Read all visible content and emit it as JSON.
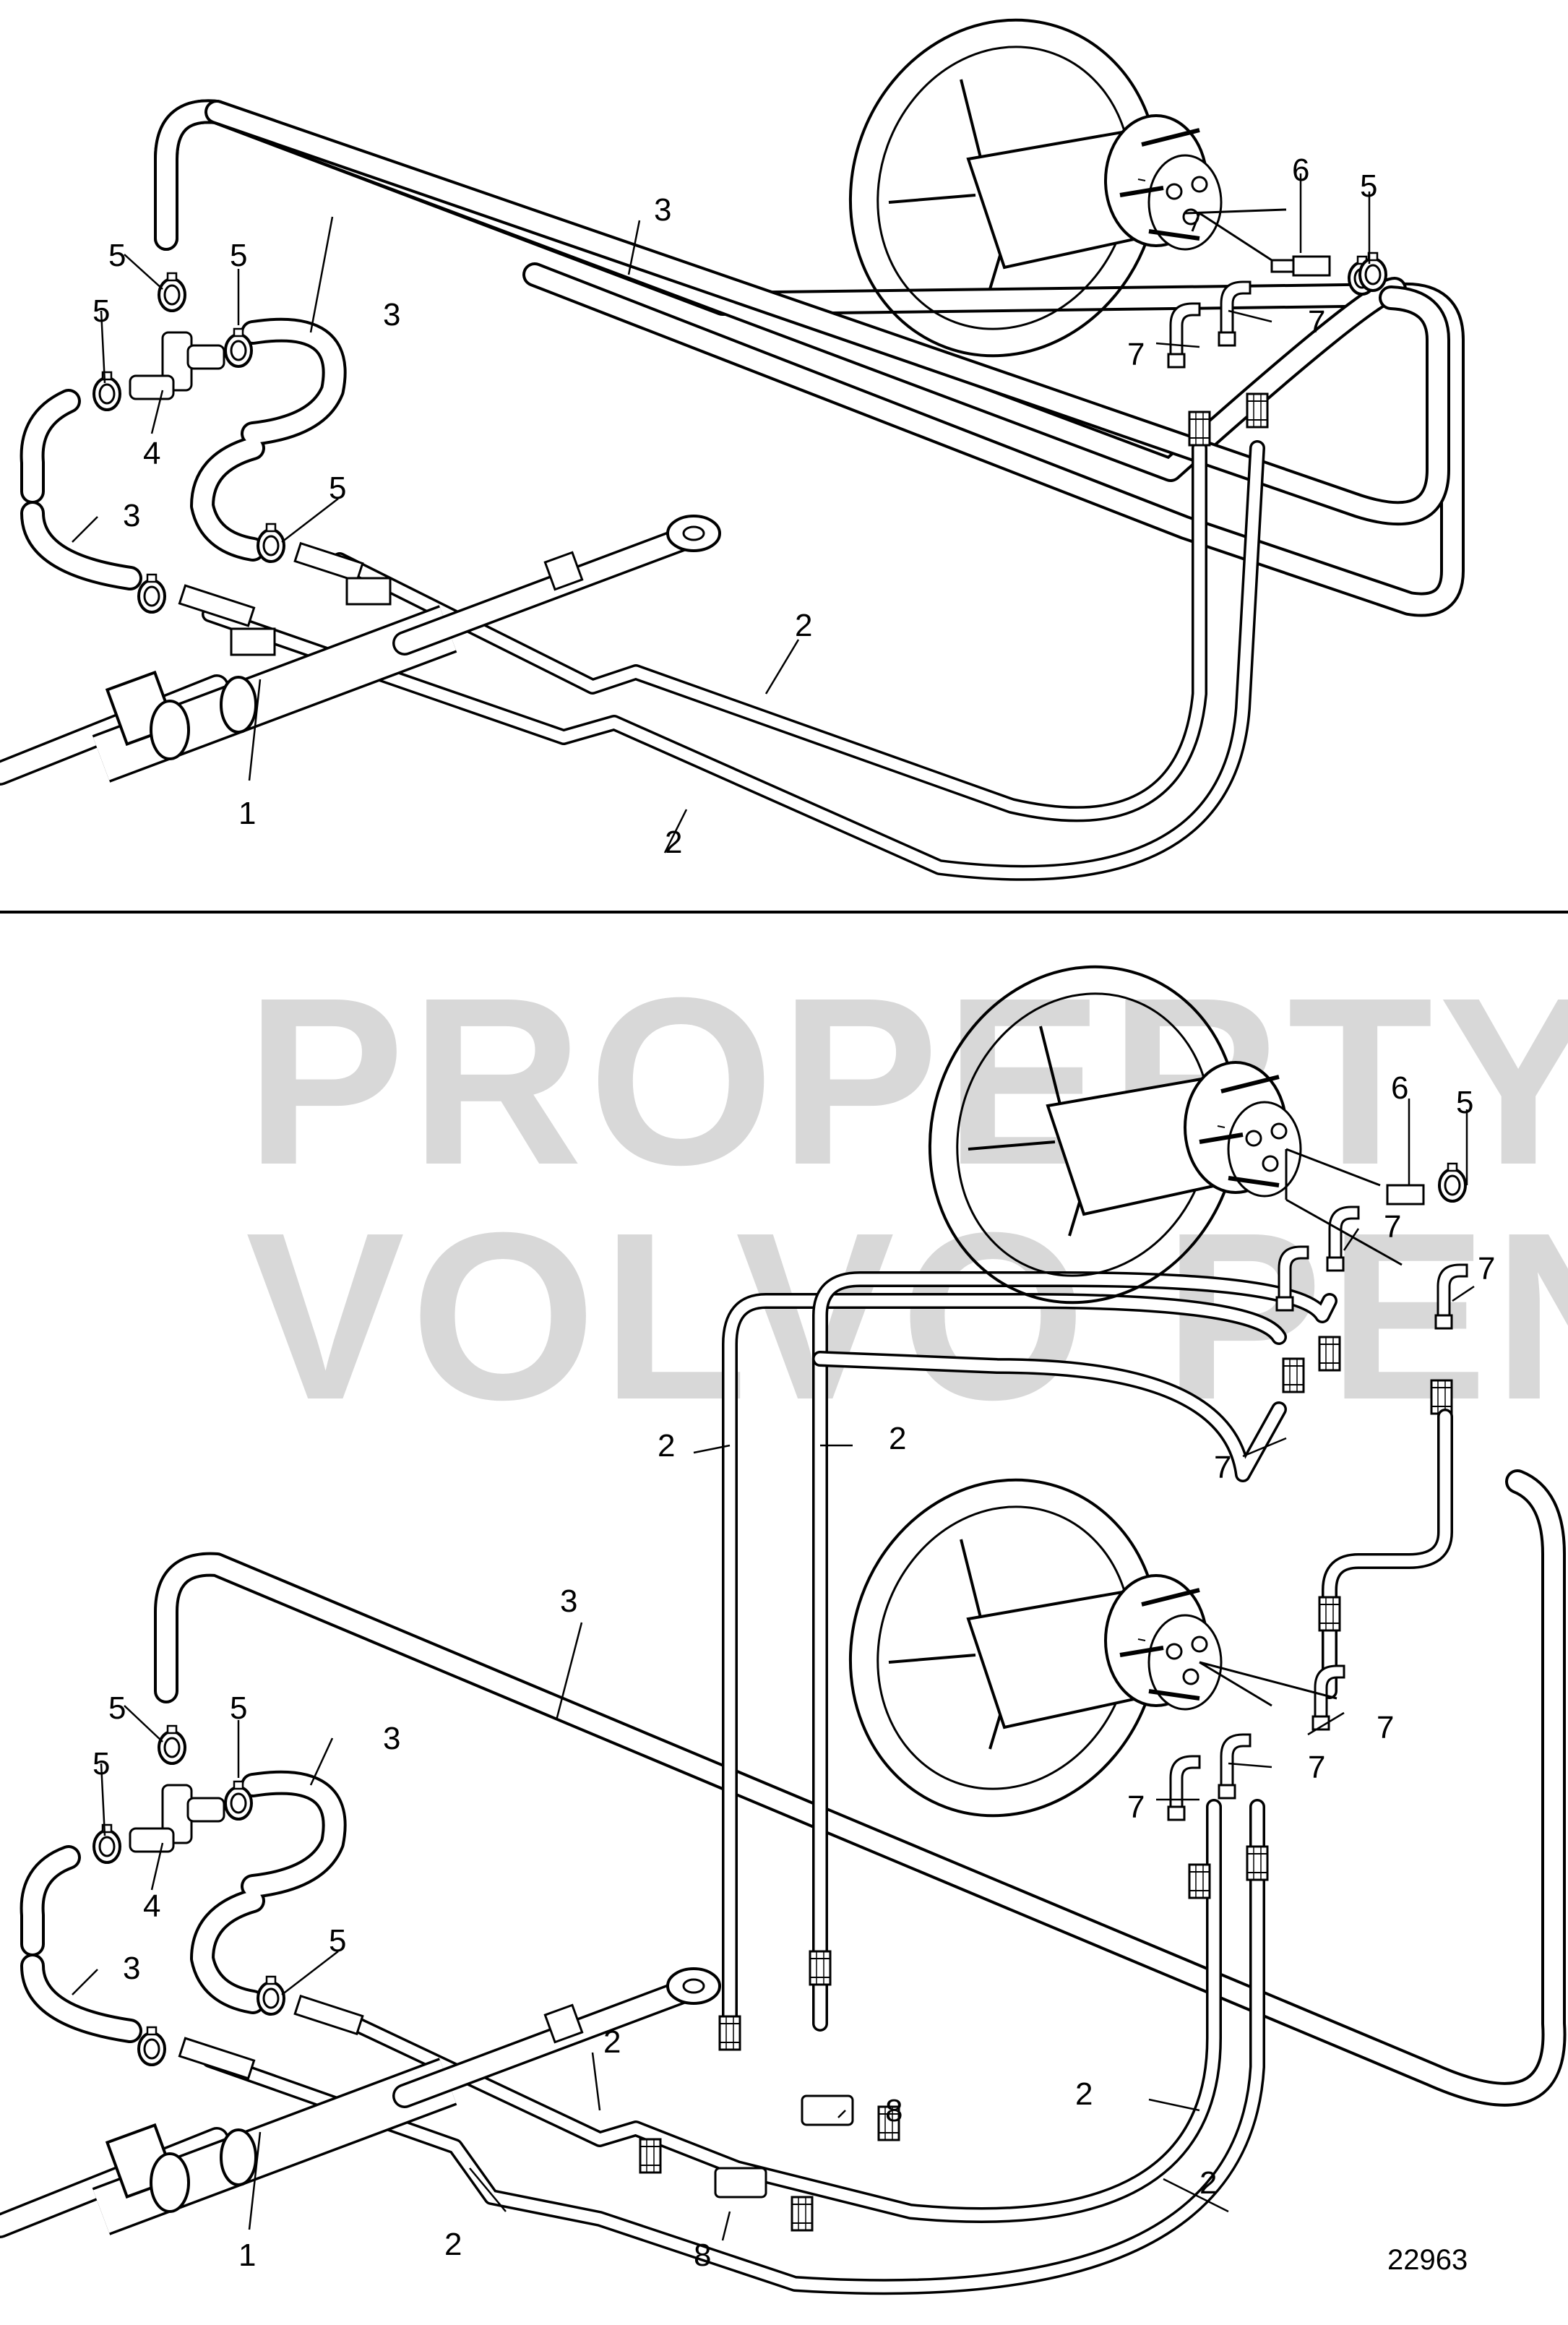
{
  "watermark": {
    "line1": "PROPERTY OF",
    "line2": "VOLVO PENTA"
  },
  "figure_number": "22963",
  "upper_callouts": {
    "c1": "1",
    "c2a": "2",
    "c2b": "2",
    "c3a": "3",
    "c3b": "3",
    "c3c": "3",
    "c4": "4",
    "c5a": "5",
    "c5b": "5",
    "c5c": "5",
    "c5d": "5",
    "c5e": "5",
    "c6": "6",
    "c7a": "7",
    "c7b": "7"
  },
  "lower_callouts": {
    "c1": "1",
    "c2a": "2",
    "c2b": "2",
    "c2c": "2",
    "c2d": "2",
    "c2e": "2",
    "c2f": "2",
    "c3a": "3",
    "c3b": "3",
    "c3c": "3",
    "c4": "4",
    "c5a": "5",
    "c5b": "5",
    "c5c": "5",
    "c5d": "5",
    "c5e": "5",
    "c6": "6",
    "c7a": "7",
    "c7b": "7",
    "c7c": "7",
    "c7d": "7",
    "c7e": "7",
    "c7f": "7",
    "c8a": "8",
    "c8b": "8"
  }
}
